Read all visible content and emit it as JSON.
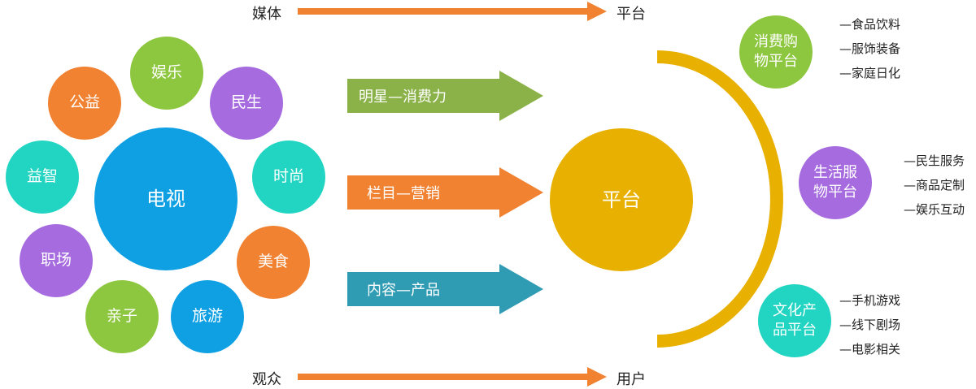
{
  "colors": {
    "orange": "#F08232",
    "green": "#8DC63F",
    "purple": "#A66BDE",
    "teal": "#21D5C2",
    "blue": "#0EA0E2",
    "gold": "#E8B000",
    "arrow_green": "#8BB248",
    "arrow_teal": "#309CB4"
  },
  "left_cluster": {
    "center": "电视",
    "items": [
      "娱乐",
      "民生",
      "时尚",
      "美食",
      "旅游",
      "亲子",
      "职场",
      "益智",
      "公益"
    ]
  },
  "top_flow": {
    "from": "媒体",
    "to": "平台"
  },
  "bottom_flow": {
    "from": "观众",
    "to": "用户"
  },
  "middle_arrows": [
    "明星—消费力",
    "栏目—营销",
    "内容—产品"
  ],
  "hub": "平台",
  "platforms": [
    {
      "line1": "消费购",
      "line2": "物平台",
      "items": [
        "—食品饮料",
        "—服饰装备",
        "—家庭日化"
      ]
    },
    {
      "line1": "生活服",
      "line2": "物平台",
      "items": [
        "—民生服务",
        "—商品定制",
        "—娱乐互动"
      ]
    },
    {
      "line1": "文化产",
      "line2": "品平台",
      "items": [
        "—手机游戏",
        "—线下剧场",
        "—电影相关"
      ]
    }
  ]
}
